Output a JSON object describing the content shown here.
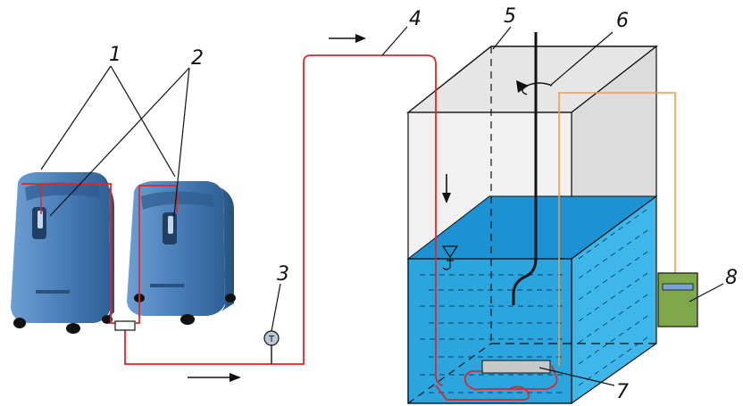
{
  "labels": {
    "l1": "1",
    "l2": "2",
    "l3": "3",
    "l4": "4",
    "l5": "5",
    "l6": "6",
    "l7": "7",
    "l8": "8"
  },
  "gauge_symbol": "T",
  "colors": {
    "hose": "#e0262a",
    "signal_wire": "#f29a4a",
    "water_front": "#2fa8df",
    "water_top": "#1c8fd0",
    "water_side": "#3fb7ea",
    "concentrator_body": "#4a7fb8",
    "meter_body": "#7fa84a"
  }
}
